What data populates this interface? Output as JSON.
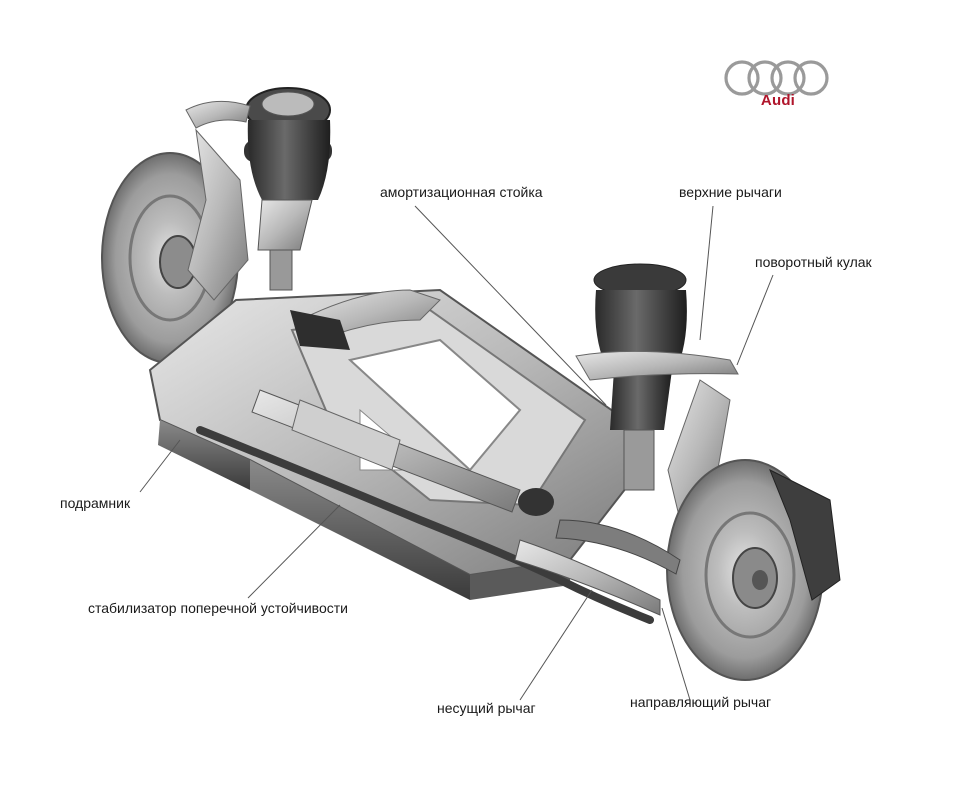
{
  "brand": {
    "name": "Audi",
    "color": "#b0152b",
    "ring_color": "#9a9a9a"
  },
  "labels": {
    "shock_strut": "амортизационная стойка",
    "upper_arms": "верхние рычаги",
    "steering_knuckle": "поворотный кулак",
    "subframe": "подрамник",
    "stabilizer": "стабилизатор поперечной устойчивости",
    "bearing_arm": "несущий рычаг",
    "guide_arm": "направляющий рычаг"
  }
}
